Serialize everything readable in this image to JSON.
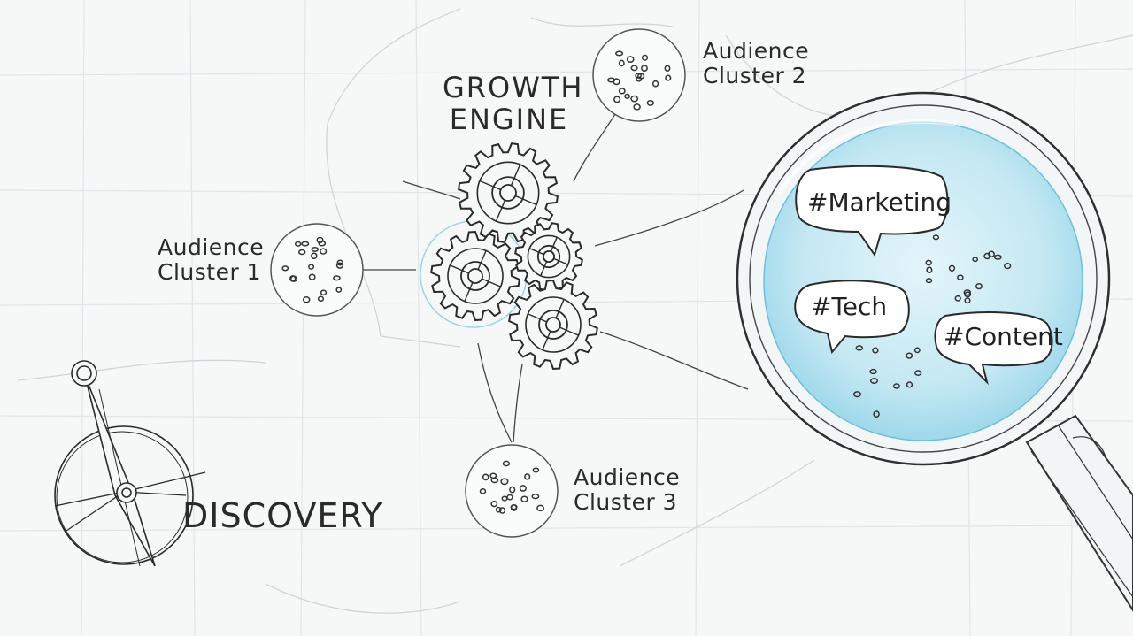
{
  "title": {
    "line1": "GROWTH",
    "line2": "ENGINE"
  },
  "clusters": [
    {
      "line1": "Audience",
      "line2": "Cluster 1"
    },
    {
      "line1": "Audience",
      "line2": "Cluster 2"
    },
    {
      "line1": "Audience",
      "line2": "Cluster 3"
    }
  ],
  "hashtags": [
    "#Marketing",
    "#Tech",
    "#Content"
  ],
  "discovery": "DISCOVERY",
  "colors": {
    "ink": "#2a2a2a",
    "paper": "#f6f7f7",
    "grid": "#dde3e6",
    "lens": "#c7e8f2",
    "lens_edge": "#8fd0e6"
  }
}
